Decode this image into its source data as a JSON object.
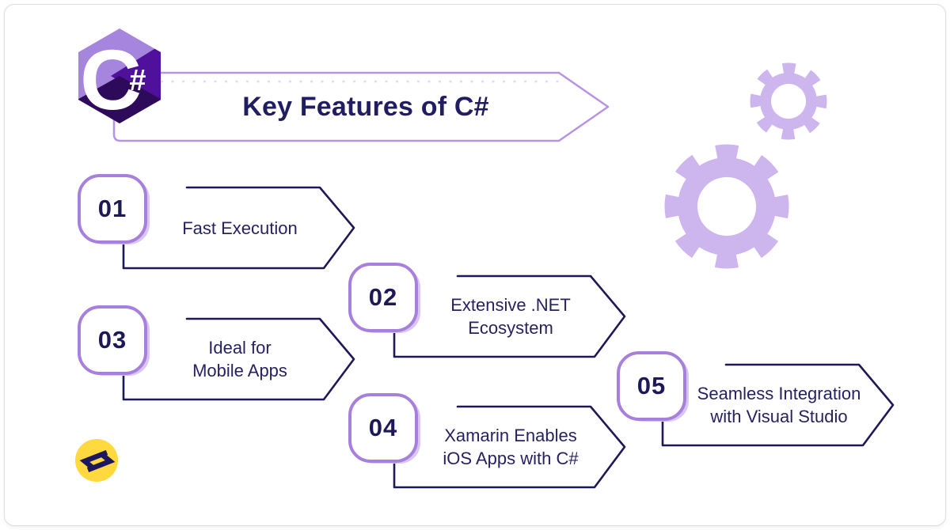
{
  "header": {
    "title": "Key Features of C#"
  },
  "logo": {
    "letter": "C",
    "hash": "#"
  },
  "features": [
    {
      "number": "01",
      "lines": [
        "Fast Execution"
      ]
    },
    {
      "number": "02",
      "lines": [
        "Extensive .NET",
        "Ecosystem"
      ]
    },
    {
      "number": "03",
      "lines": [
        "Ideal for",
        "Mobile Apps"
      ]
    },
    {
      "number": "04",
      "lines": [
        "Xamarin Enables",
        "iOS Apps with C#"
      ]
    },
    {
      "number": "05",
      "lines": [
        "Seamless Integration",
        "with Visual Studio"
      ]
    }
  ],
  "colors": {
    "navy": "#1d1956",
    "text-navy": "#262262",
    "purple": "#a77fdc",
    "lavender": "#b793e6",
    "dotted": "#e2daf5",
    "gear": "#cdb5ee",
    "hex-light": "#a585dd",
    "hex-mid": "#4f119b",
    "hex-dark": "#2e0a5b",
    "brand-yellow": "#ffd93d",
    "title": "#211d63"
  }
}
